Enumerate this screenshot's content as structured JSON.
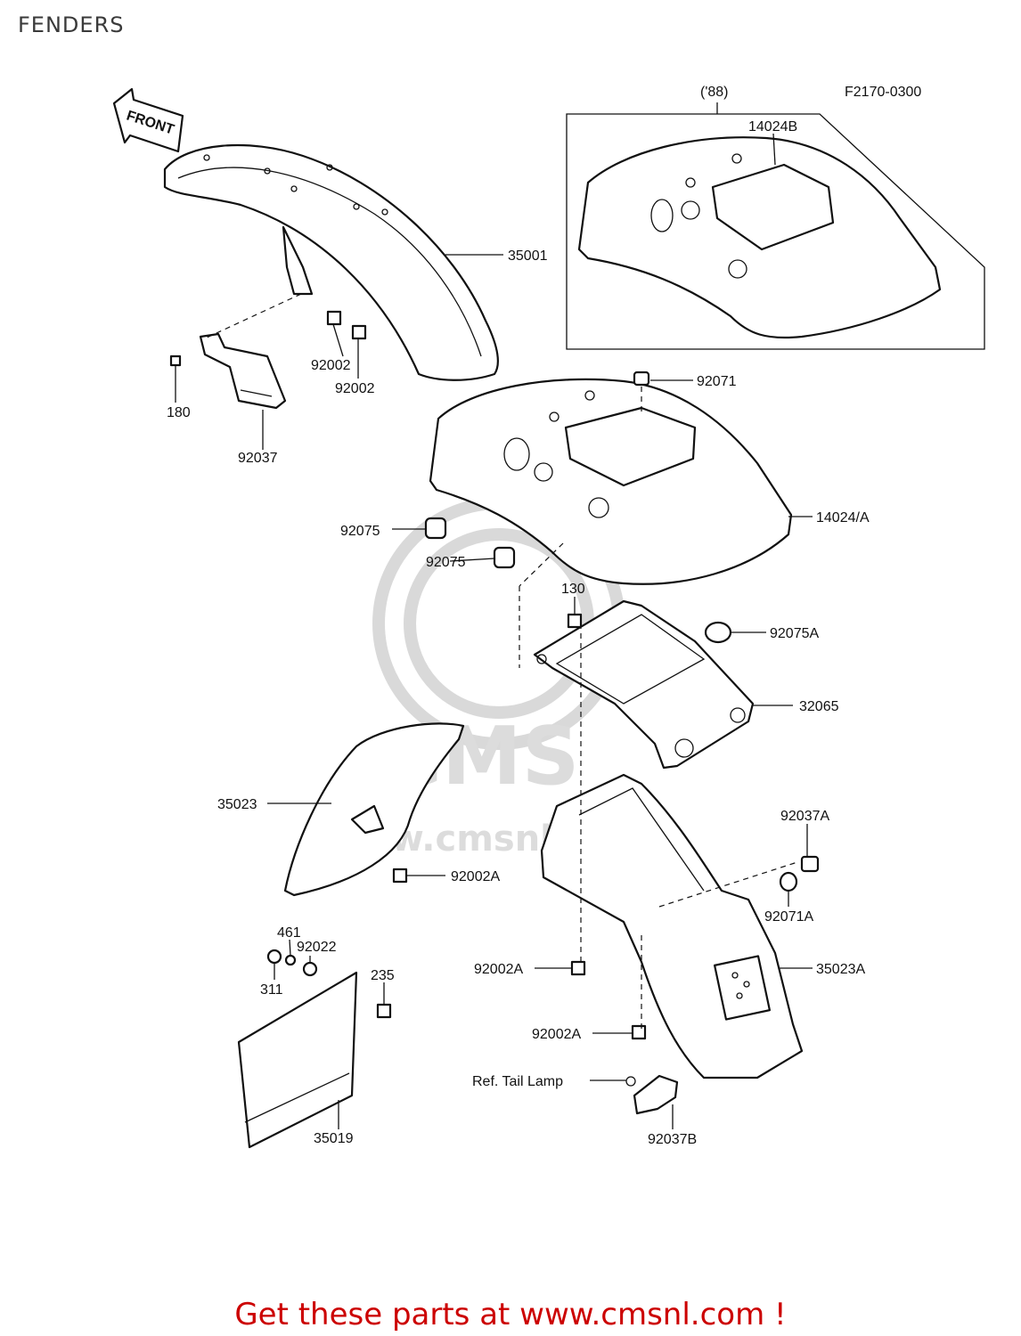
{
  "header": {
    "title": "FENDERS"
  },
  "diagram": {
    "code": "F2170-0300",
    "variant_label": "('88)",
    "front_arrow": "FRONT",
    "watermark": "www.cmsnl.com",
    "parts": {
      "p35001": "35001",
      "p92002_a": "92002",
      "p92002_b": "92002",
      "p180": "180",
      "p92037": "92037",
      "p14024B": "14024B",
      "p92071": "92071",
      "p14024A": "14024/A",
      "p92075_a": "92075",
      "p92075_b": "92075",
      "p130": "130",
      "p92075A": "92075A",
      "p32065": "32065",
      "p35023": "35023",
      "p92002A_a": "92002A",
      "p92037A": "92037A",
      "p92071A": "92071A",
      "p461": "461",
      "p92022": "92022",
      "p311": "311",
      "p235": "235",
      "p92002A_b": "92002A",
      "p35023A": "35023A",
      "p92002A_c": "92002A",
      "p35019": "35019",
      "ref_tail_lamp": "Ref. Tail Lamp",
      "p92037B": "92037B"
    }
  },
  "footer": {
    "promo": "Get these parts at www.cmsnl.com !"
  }
}
